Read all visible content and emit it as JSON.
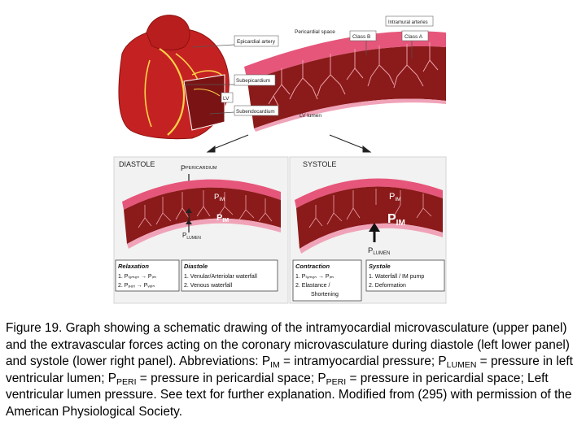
{
  "figure": {
    "top_labels": {
      "pericardial_space": "Pericardial space",
      "intramural_arteries": "Intramural arteries",
      "epicardial_artery": "Epicardial artery",
      "class_b": "Class B",
      "class_a": "Class A",
      "subepicardium": "Subepicardium",
      "lv": "LV",
      "subendocardium": "Subendocardium",
      "lv_lumen": "LV lumen"
    },
    "diastole": {
      "title": "DIASTOLE",
      "p_pericardium": {
        "main": "P",
        "sub": "PERICARDIUM"
      },
      "p_im_upper": {
        "main": "P",
        "sub": "IM"
      },
      "p_im_lower": {
        "main": "P",
        "sub": "IM"
      },
      "p_lumen": {
        "main": "P",
        "sub": "LUMEN"
      },
      "relaxation_box": {
        "title": "Relaxation",
        "line1": "1. Pₗᵤₘₑₙ → Pᵢₘ",
        "line2": "2. Pₚₑᵣᵢ → Pᵥₑᵢₙ"
      },
      "diastole_box": {
        "title": "Diastole",
        "line1": "1. Venular/Arteriolar waterfall",
        "line2": "2. Venous waterfall"
      }
    },
    "systole": {
      "title": "SYSTOLE",
      "p_im_upper": {
        "main": "P",
        "sub": "IM"
      },
      "p_im_big": {
        "main": "P",
        "sub": "IM"
      },
      "p_lumen": {
        "main": "P",
        "sub": "LUMEN"
      },
      "contraction_box": {
        "title": "Contraction",
        "line1": "1. Pₗᵤₘₑₙ → Pᵢₘ",
        "line2": "2. Elastance /",
        "line3": "Shortening"
      },
      "systole_box": {
        "title": "Systole",
        "line1": "1. Waterfall / IM pump",
        "line2": "2. Deformation"
      }
    },
    "colors": {
      "myocardium": "#8b1a1a",
      "vessel_stroke": "#e9a0a8",
      "pericardial_band": "#e6567a",
      "pink_panel": "#f0a3b8",
      "heart": "#c42222"
    }
  },
  "caption": {
    "label": "Figure 19.",
    "text_intro": "Graph showing a schematic drawing of the intramyocardial microvasculature (upper panel) and the extravascular forces acting on the coronary microvasculature during diastole (left lower panel) and systole (lower right panel). Abbreviations: P",
    "sub_im": "IM",
    "text_im": " = intramyocardial pressure; P",
    "sub_lumen": "LUMEN",
    "text_lumen": " = pressure in left ventricular lumen; P",
    "sub_peri1": "PERI",
    "text_peri1": " = pressure in pericardial space; P",
    "sub_peri2": "PERI",
    "text_end": " = pressure in pericardial space; Left ventricular lumen pressure. See text for further explanation. Modified from (295) with permission of the American Physiological Society."
  }
}
